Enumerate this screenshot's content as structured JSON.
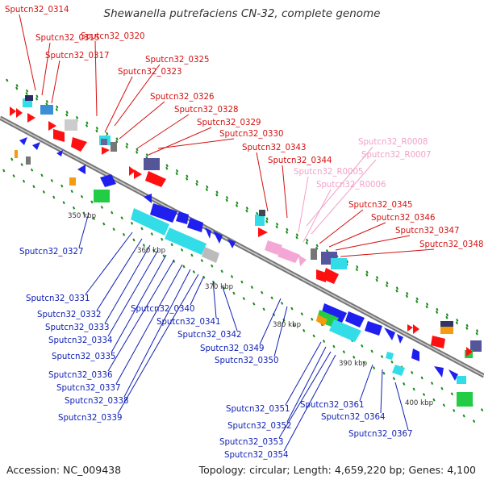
{
  "title": "Shewanella putrefaciens CN-32, complete genome",
  "footer": {
    "accession": "Accession: NC_009438",
    "topology": "Topology: circular; Length: 4,659,220 bp; Genes: 4,100"
  },
  "colors": {
    "forward_label": "#d41010",
    "rna_label": "#f2a0c8",
    "reverse_label": "#1020b4",
    "backbone": "#8c8c8c"
  },
  "kbp_labels": [
    "350 kbp",
    "360 kbp",
    "370 kbp",
    "380 kbp",
    "390 kbp",
    "400 kbp"
  ],
  "labels_top": [
    "Sputcn32_0314",
    "Sputcn32_0315",
    "Sputcn32_0317",
    "Sputcn32_0320",
    "Sputcn32_0325",
    "Sputcn32_0323",
    "Sputcn32_0326",
    "Sputcn32_0328",
    "Sputcn32_0329",
    "Sputcn32_0330",
    "Sputcn32_0343",
    "Sputcn32_0344",
    "Sputcn32_R0008",
    "Sputcn32_R0007",
    "Sputcn32_R0005",
    "Sputcn32_R0006",
    "Sputcn32_0345",
    "Sputcn32_0346",
    "Sputcn32_0347",
    "Sputcn32_0348"
  ],
  "labels_bottom": [
    "Sputcn32_0327",
    "Sputcn32_0331",
    "Sputcn32_0332",
    "Sputcn32_0333",
    "Sputcn32_0334",
    "Sputcn32_0335",
    "Sputcn32_0336",
    "Sputcn32_0337",
    "Sputcn32_0338",
    "Sputcn32_0339",
    "Sputcn32_0340",
    "Sputcn32_0341",
    "Sputcn32_0342",
    "Sputcn32_0349",
    "Sputcn32_0350",
    "Sputcn32_0351",
    "Sputcn32_0352",
    "Sputcn32_0353",
    "Sputcn32_0354",
    "Sputcn32_0361",
    "Sputcn32_0364",
    "Sputcn32_0367"
  ]
}
